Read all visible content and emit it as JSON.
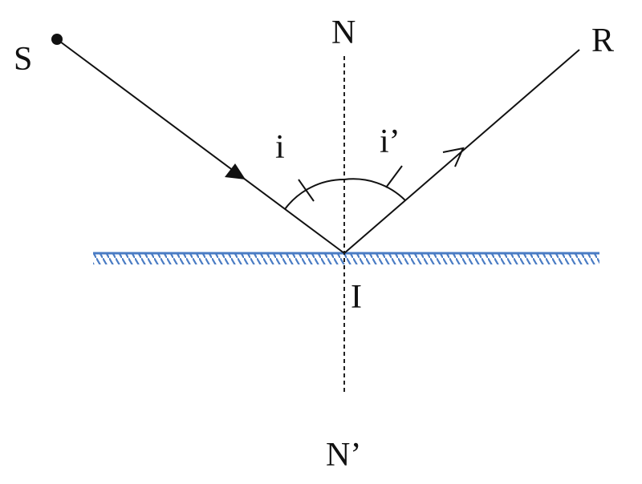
{
  "labels": {
    "source": "S",
    "normal_top": "N",
    "reflected": "R",
    "incidence_angle": "i",
    "reflection_angle": "i’",
    "incidence_point": "I",
    "normal_bottom": "N’"
  },
  "colors": {
    "mirror": "#4a7cc4",
    "rays": "#111111",
    "normal": "#222222"
  }
}
